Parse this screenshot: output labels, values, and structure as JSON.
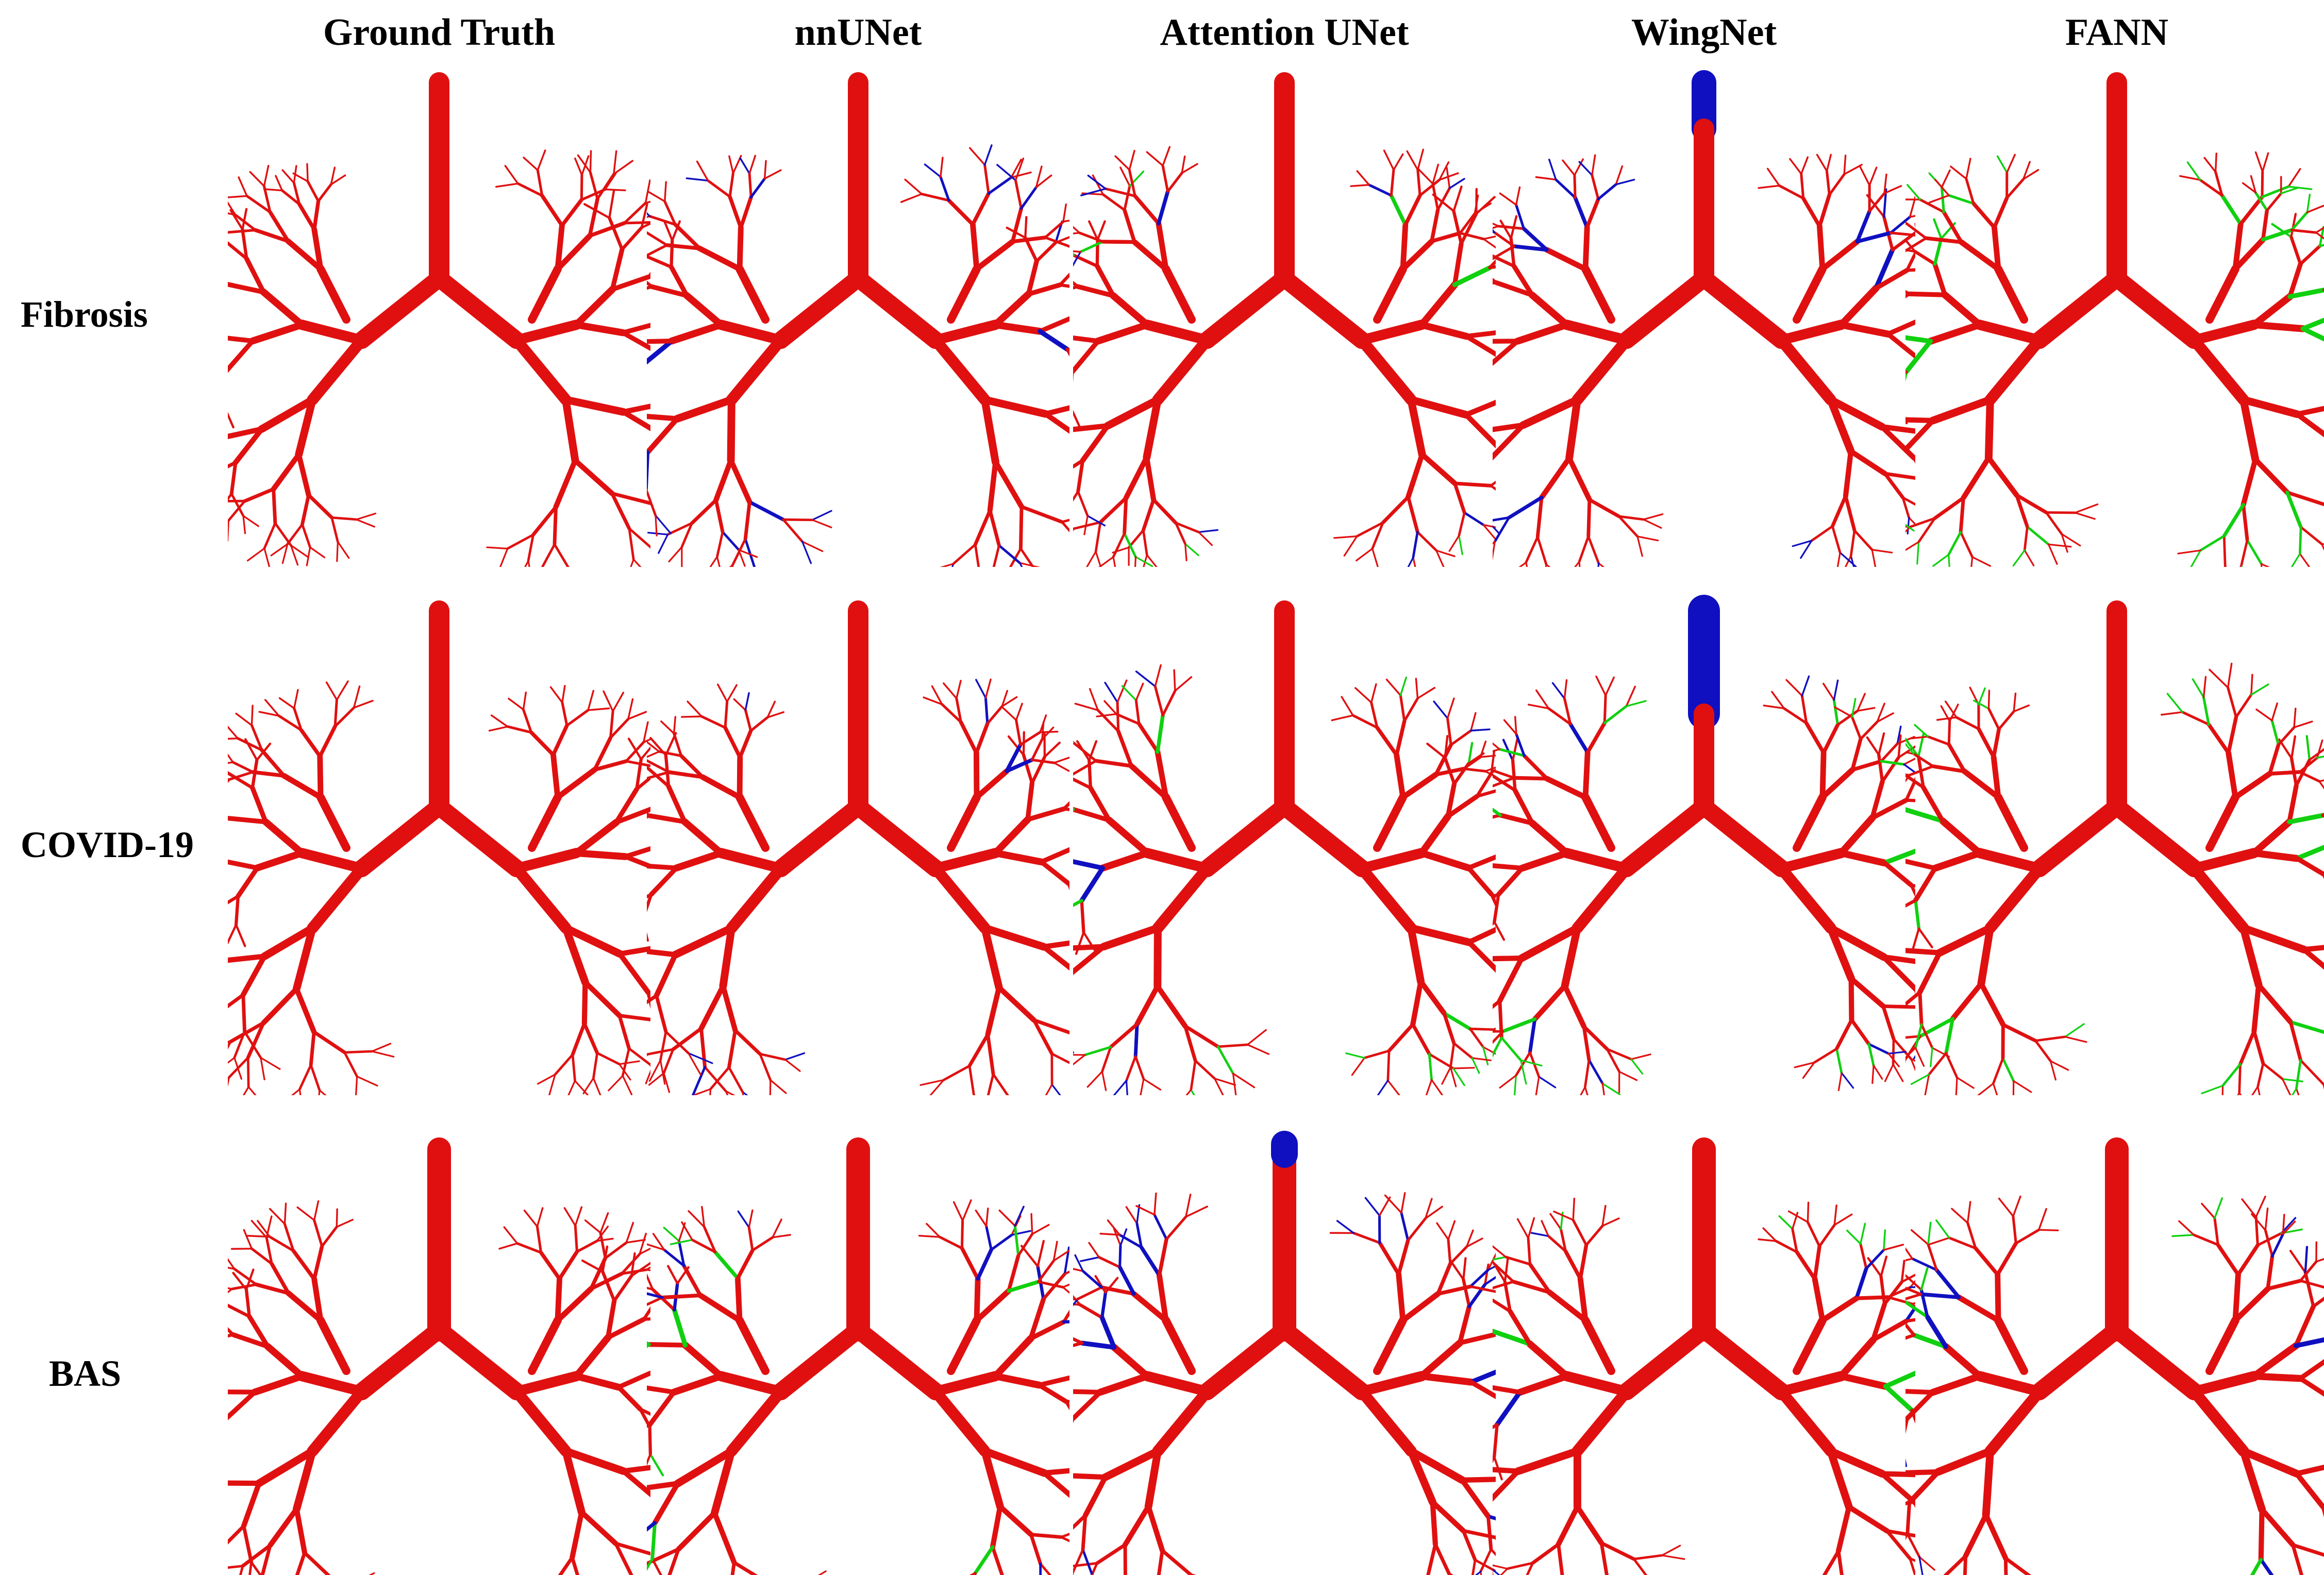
{
  "figure": {
    "columns": [
      "Ground Truth",
      "nnUNet",
      "Attention UNet",
      "WingNet",
      "FANN"
    ],
    "rows": [
      "Fibrosis",
      "COVID-19",
      "BAS"
    ]
  },
  "colors": {
    "background": "#ffffff",
    "airway_true_positive": "#e01010",
    "false_positive": "#1010c0",
    "false_negative": "#10d010"
  },
  "cells": [
    {
      "row": "Fibrosis",
      "column": "Ground Truth",
      "overlay": "none"
    },
    {
      "row": "Fibrosis",
      "column": "nnUNet",
      "overlay": "blue-branches"
    },
    {
      "row": "Fibrosis",
      "column": "Attention UNet",
      "overlay": "green-and-blue-branches"
    },
    {
      "row": "Fibrosis",
      "column": "WingNet",
      "overlay": "blue-trachea-top-and-branches"
    },
    {
      "row": "Fibrosis",
      "column": "FANN",
      "overlay": "green-branches"
    },
    {
      "row": "COVID-19",
      "column": "Ground Truth",
      "overlay": "none"
    },
    {
      "row": "COVID-19",
      "column": "nnUNet",
      "overlay": "few-blue-branches"
    },
    {
      "row": "COVID-19",
      "column": "Attention UNet",
      "overlay": "green-and-blue-branches"
    },
    {
      "row": "COVID-19",
      "column": "WingNet",
      "overlay": "blue-trachea-and-green-branches"
    },
    {
      "row": "COVID-19",
      "column": "FANN",
      "overlay": "green-branches"
    },
    {
      "row": "BAS",
      "column": "Ground Truth",
      "overlay": "none"
    },
    {
      "row": "BAS",
      "column": "nnUNet",
      "overlay": "green-and-blue-branches"
    },
    {
      "row": "BAS",
      "column": "Attention UNet",
      "overlay": "blue-trachea-cap-and-branches"
    },
    {
      "row": "BAS",
      "column": "WingNet",
      "overlay": "green-and-blue-branches"
    },
    {
      "row": "BAS",
      "column": "FANN",
      "overlay": "green-and-blue-branches"
    }
  ]
}
